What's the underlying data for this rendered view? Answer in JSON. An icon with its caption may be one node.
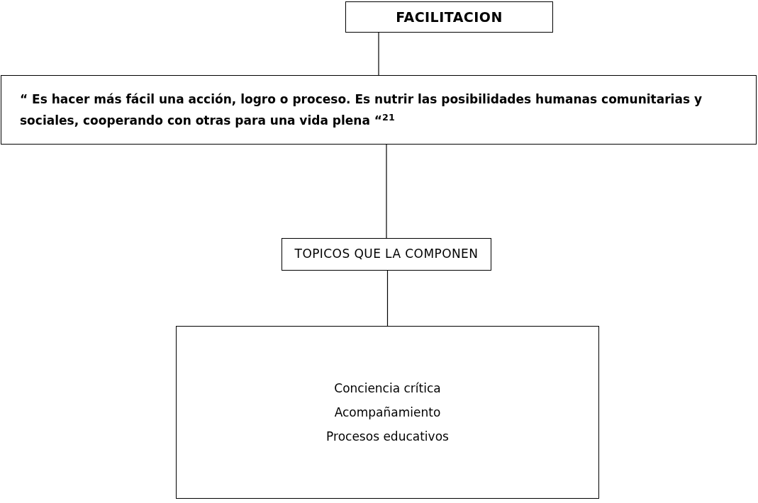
{
  "diagram": {
    "nodes": [
      {
        "text": [
          "FACILITACION"
        ]
      },
      {
        "text": [
          "“ Es hacer más fácil una acción, logro o proceso. Es nutrir las posibilidades humanas comunitarias y sociales, cooperando con otras para una vida plena “$^{21}$"
        ]
      },
      {
        "text": [
          "TOPICOS QUE LA COMPONEN"
        ]
      },
      {
        "text": [
          "Conciencia crítica",
          "Acompañamiento",
          "Procesos educativos"
        ]
      }
    ],
    "edges": [
      {
        "from": 0,
        "to": 1,
        "arrow": "none"
      },
      {
        "from": 1,
        "to": 2,
        "arrow": "none"
      },
      {
        "from": 2,
        "to": 3,
        "arrow": "none"
      }
    ]
  }
}
